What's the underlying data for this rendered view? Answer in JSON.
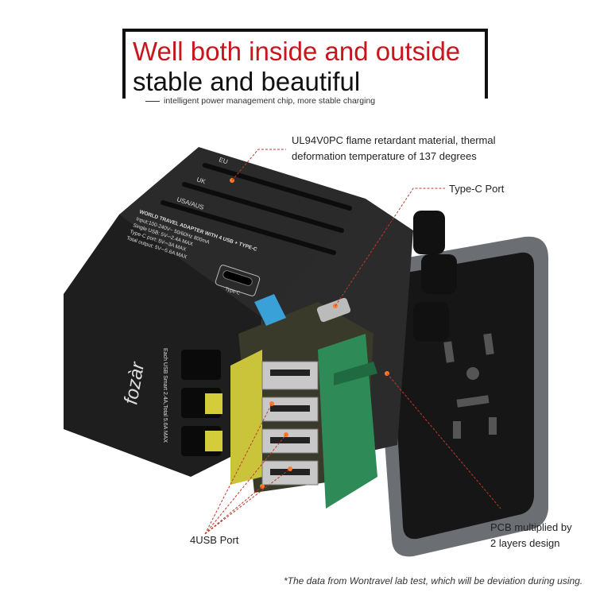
{
  "header": {
    "title_line1": "Well both inside and outside",
    "title_line2": "stable and beautiful",
    "subtitle": "intelligent power management chip, more stable charging"
  },
  "callouts": {
    "material_line1": "UL94V0PC flame retardant material, thermal",
    "material_line2": "deformation temperature of 137 degrees",
    "typec_port": "Type-C Port",
    "pcb_line1": "PCB multiplied by",
    "pcb_line2": "2 layers design",
    "usb_port": "4USB Port"
  },
  "device_labels": {
    "eu": "EU",
    "uk": "UK",
    "usa_aus": "USA/AUS",
    "product": "WORLD TRAVEL ADAPTER WITH 4 USB + TYPE-C",
    "spec1": "Input:100-240V~ 50/60Hz 800mA",
    "spec2": "Single USB: 5V⎓2.4A MAX",
    "spec3": "Type-C port: 5V⎓3A MAX",
    "spec4": "Total output: 5V⎓5.6A MAX",
    "typec": "Type-C",
    "side_note": "Each USB Smart 2.4A,Total 5.6A MAX",
    "brand": "fozàr"
  },
  "footnote": "*The data from Wontravel lab test, which will be deviation during using.",
  "colors": {
    "accent": "#c8161d",
    "leader": "#c0392b",
    "pcb": "#2e8b57",
    "body": "#1e1e1e"
  }
}
